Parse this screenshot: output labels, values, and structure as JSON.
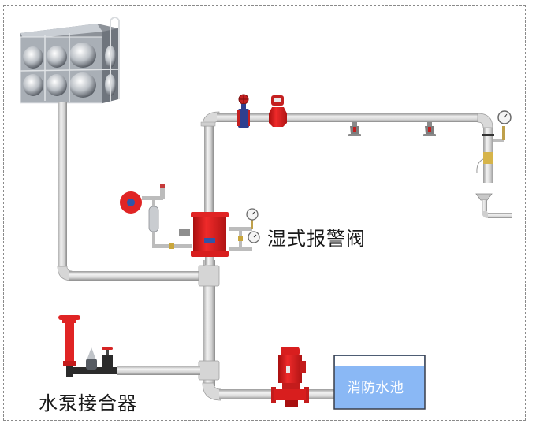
{
  "diagram": {
    "title": "湿式报警阀系统示意图",
    "labels": {
      "alarm_valve": "湿式报警阀",
      "pump_adapter": "水泵接合器",
      "fire_pool": "消防水池"
    },
    "components": [
      {
        "id": "roof-water-tank",
        "icon": "stainless-water-tank-icon"
      },
      {
        "id": "signal-butterfly-valve",
        "icon": "butterfly-valve-icon"
      },
      {
        "id": "flow-indicator",
        "icon": "water-flow-indicator-icon"
      },
      {
        "id": "sprinkler-1",
        "icon": "sprinkler-head-icon"
      },
      {
        "id": "sprinkler-2",
        "icon": "sprinkler-head-icon"
      },
      {
        "id": "end-test-device",
        "icon": "end-test-valve-icon"
      },
      {
        "id": "drain-funnel",
        "icon": "drain-funnel-icon"
      },
      {
        "id": "alarm-bell",
        "icon": "water-motor-alarm-bell-icon"
      },
      {
        "id": "retard-chamber",
        "icon": "retard-chamber-icon"
      },
      {
        "id": "wet-alarm-valve",
        "icon": "alarm-valve-icon"
      },
      {
        "id": "pressure-gauge-upper",
        "icon": "pressure-gauge-icon"
      },
      {
        "id": "pressure-gauge-lower",
        "icon": "pressure-gauge-icon"
      },
      {
        "id": "fire-pump",
        "icon": "vertical-pump-icon"
      },
      {
        "id": "pump-adapter",
        "icon": "fire-department-connection-icon"
      }
    ],
    "colors": {
      "valve_red": "#d81e1e",
      "pipe_gray": "#c8c8c8",
      "pool_blue": "#8ab8f5",
      "pool_border": "#3a3f4a",
      "frame_border": "#8a8a8a"
    }
  }
}
